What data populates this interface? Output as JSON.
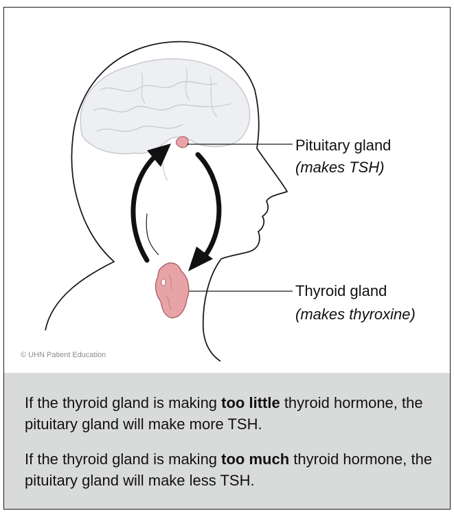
{
  "labels": {
    "pituitary_name": "Pituitary gland",
    "pituitary_note": "(makes TSH)",
    "thyroid_name": "Thyroid gland",
    "thyroid_note": "(makes thyroxine)"
  },
  "credit": "© UHN Patient Education",
  "caption": {
    "p1": {
      "before": "If the thyroid gland is making ",
      "bold": "too little",
      "after": " thyroid hormone, the pituitary gland will make more TSH."
    },
    "p2": {
      "before": "If the thyroid gland is making ",
      "bold": "too much",
      "after": " thyroid hormone, the pituitary gland will make less TSH."
    }
  },
  "colors": {
    "brain_fill": "#eeeff2",
    "gland_fill": "#e8a3a6",
    "caption_bg": "#d9dada",
    "outline": "#1a1a1a"
  }
}
